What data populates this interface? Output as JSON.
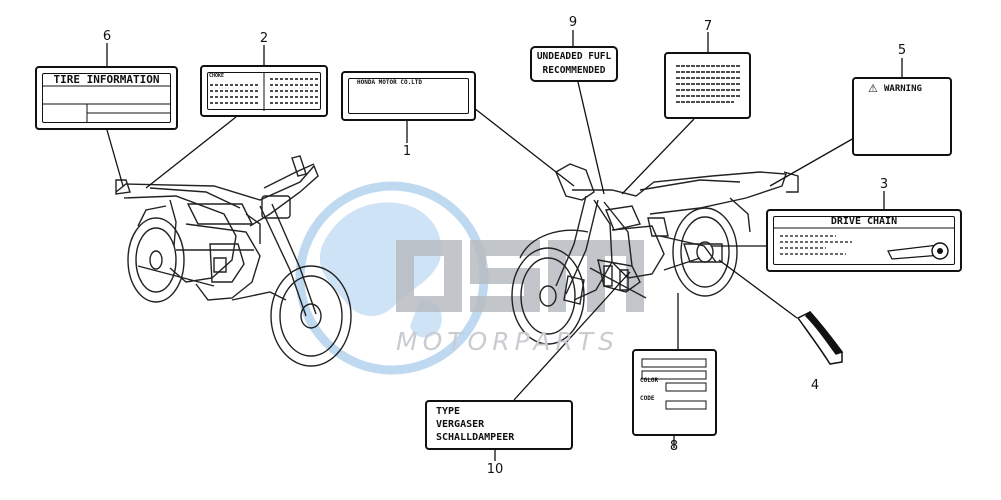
{
  "watermark": {
    "brand": "OSM",
    "subtitle": "MOTORPARTS",
    "globe_color": "#7fb3e0",
    "letter_color": "#b8bcc1"
  },
  "callouts": [
    {
      "num": "1",
      "text": "HONDA MOTOR CO.LTD"
    },
    {
      "num": "2",
      "text": "CHOKE"
    },
    {
      "num": "3",
      "text": "DRIVE CHAIN"
    },
    {
      "num": "4",
      "text": ""
    },
    {
      "num": "5",
      "text": "WARNING"
    },
    {
      "num": "6",
      "text": "TIRE INFORMATION"
    },
    {
      "num": "7",
      "text": ""
    },
    {
      "num": "8",
      "text": ""
    },
    {
      "num": "9",
      "text": ""
    },
    {
      "num": "10",
      "text": ""
    }
  ],
  "labels": {
    "unleaded_line1": "UNDEADED FUFL",
    "unleaded_line2": "RECOMMENDED",
    "color": "COLOR",
    "code": "CODE",
    "type_line1": "TYPE",
    "type_line2": "VERGASER",
    "type_line3": "SCHALLDAMPEER",
    "warning_symbol": "⚠"
  }
}
